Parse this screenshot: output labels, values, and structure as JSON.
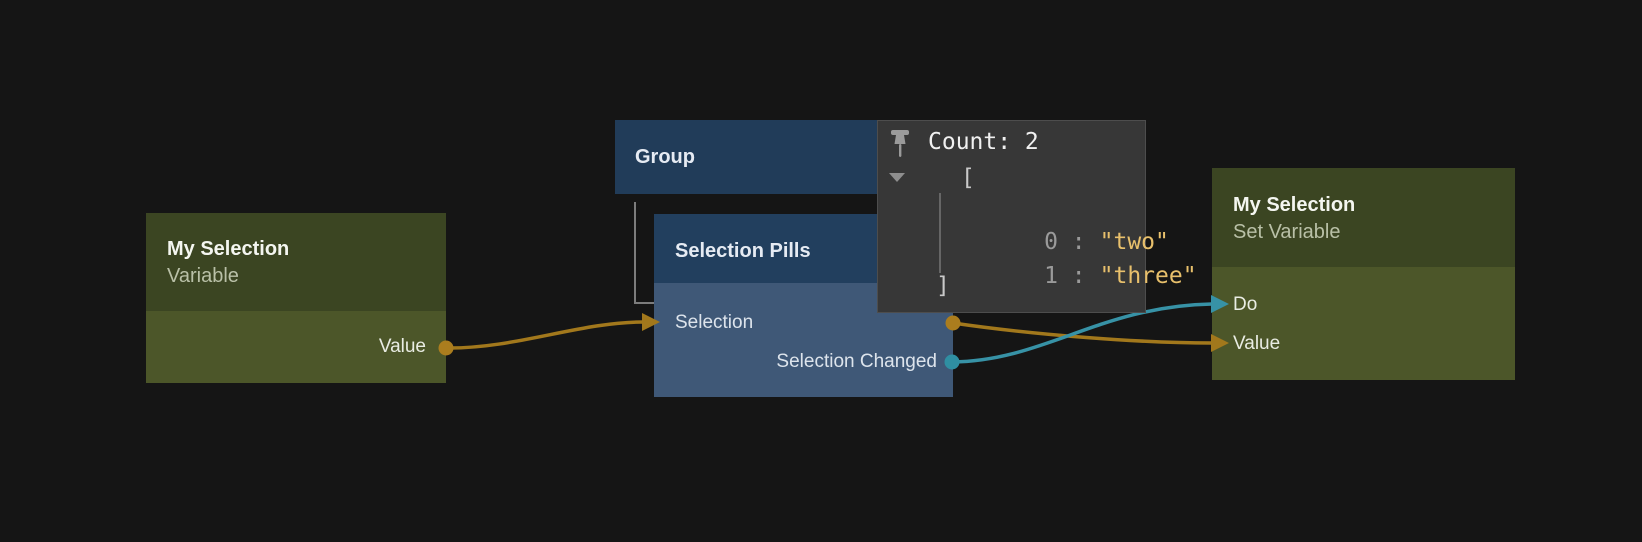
{
  "colors": {
    "value_wire": "#a2781c",
    "exec_wire": "#3792a6",
    "value_port": "#ab7d1e",
    "exec_port": "#2f8fa2",
    "group_line": "#7c7c7c",
    "string_value": "#e8c06c",
    "variable_node_header": "#3b4522",
    "variable_node_body": "#4c5629",
    "group_header": "#213c59",
    "selection_node_header": "#223f5e",
    "selection_node_body": "#3f5877"
  },
  "group": {
    "label": "Group"
  },
  "variable_node": {
    "title": "My Selection",
    "subtitle": "Variable",
    "output_label": "Value"
  },
  "selection_pills_node": {
    "title": "Selection Pills",
    "input_label": "Selection",
    "output_label": "Selection Changed"
  },
  "set_variable_node": {
    "title": "My Selection",
    "subtitle": "Set Variable",
    "input_do_label": "Do",
    "input_value_label": "Value"
  },
  "inspector_tooltip": {
    "header": "Count: 2",
    "open_bracket": "[",
    "close_bracket": "]",
    "items": [
      {
        "label": "0 :",
        "value": "\"two\""
      },
      {
        "label": "1 :",
        "value": "\"three\""
      }
    ]
  }
}
